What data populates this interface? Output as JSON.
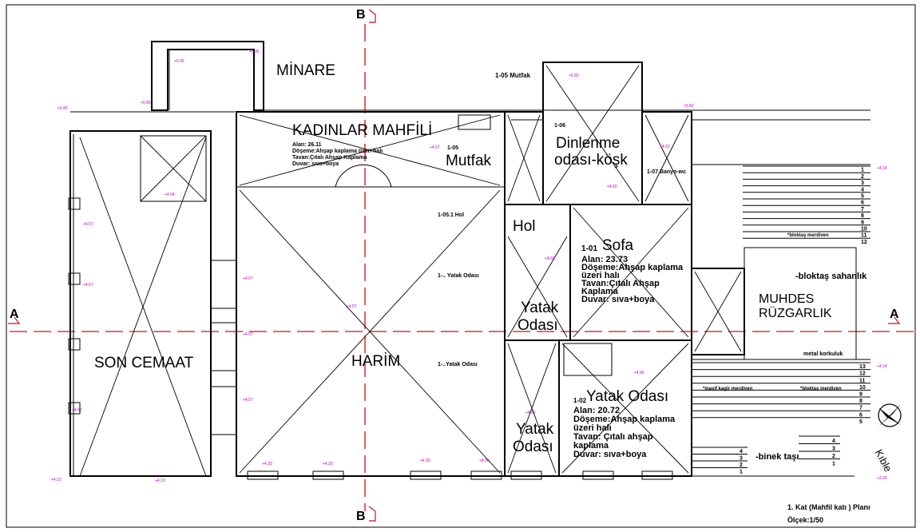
{
  "section_markers": {
    "b": "B",
    "a": "A"
  },
  "rooms": {
    "minare": "MİNARE",
    "kadinlar": "KADINLAR MAHFİLİ",
    "kadinlar_info": [
      "Alan: 26.11",
      "Döşeme:Ahşap kaplama üzeri halı",
      "Tavan:Çıtalı Ahşap Kaplama",
      "Duvar: sıva+boya"
    ],
    "mutfak_code": "1-05",
    "mutfak": "Mutfak",
    "mutfak_top": "1-05 Mutfak",
    "dinlenme_code": "1-06",
    "dinlenme_1": "Dinlenme",
    "dinlenme_2": "odası-köşk",
    "banyo": "1-07 Banyo-wc",
    "hol": "Hol",
    "hol_small": "1-05.1 Hol",
    "sofa_code": "1-01",
    "sofa": "Sofa",
    "sofa_info": [
      "Alan: 23.73",
      "Döşeme:Ahşap kaplama",
      "üzeri halı",
      "Tavan:Çıtalı Ahşap",
      "Kaplama",
      "Duvar: sıva+boya"
    ],
    "yatak1_1": "Yatak",
    "yatak1_2": "Odası",
    "yatak_small_1": "1-.. Yatak Odası",
    "yatak_small_2": "1-..Yatak Odası",
    "yatak2_code": "1-02",
    "yatak2": "Yatak Odası",
    "yatak2_info": [
      "Alan: 20.72",
      "Döşeme:Ahşap kaplama",
      "üzeri halı",
      "Tavan: Çıtalı ahşap",
      "kaplama",
      "Duvar: sıva+boya"
    ],
    "yatak3_1": "Yatak",
    "yatak3_2": "Odası",
    "son_cemaat": "SON CEMAAT",
    "harim": "HARİM",
    "muhdes": "MUHDES",
    "ruzgarlik": "RÜZGARLIK",
    "bloktas_sahanlik": "-bloktaş sahanlık",
    "metal_korkuluk": "metal korkuluk",
    "binek_tasi": "-binek taşı",
    "bloktas_merdiven_1": "*bloktaş merdiven",
    "bloktas_merdiven_2": "*bloktaş merdiven",
    "masif_kagir": "*masif kagir merdiven",
    "kibla": "Kıble"
  },
  "stairs_upper": [
    "1",
    "2",
    "3",
    "4",
    "5",
    "6",
    "7",
    "8",
    "9",
    "10",
    "11",
    "12"
  ],
  "stairs_lower": [
    "13",
    "12",
    "11",
    "10",
    "9",
    "8",
    "7",
    "6",
    "5"
  ],
  "stairs_small_left": [
    "4",
    "3",
    "2",
    "1"
  ],
  "stairs_small_right": [
    "4",
    "3",
    "2",
    "1"
  ],
  "title_block": {
    "title": "1. Kat (Mahfil katı ) Planı",
    "scale": "Ölçek:1/50"
  }
}
